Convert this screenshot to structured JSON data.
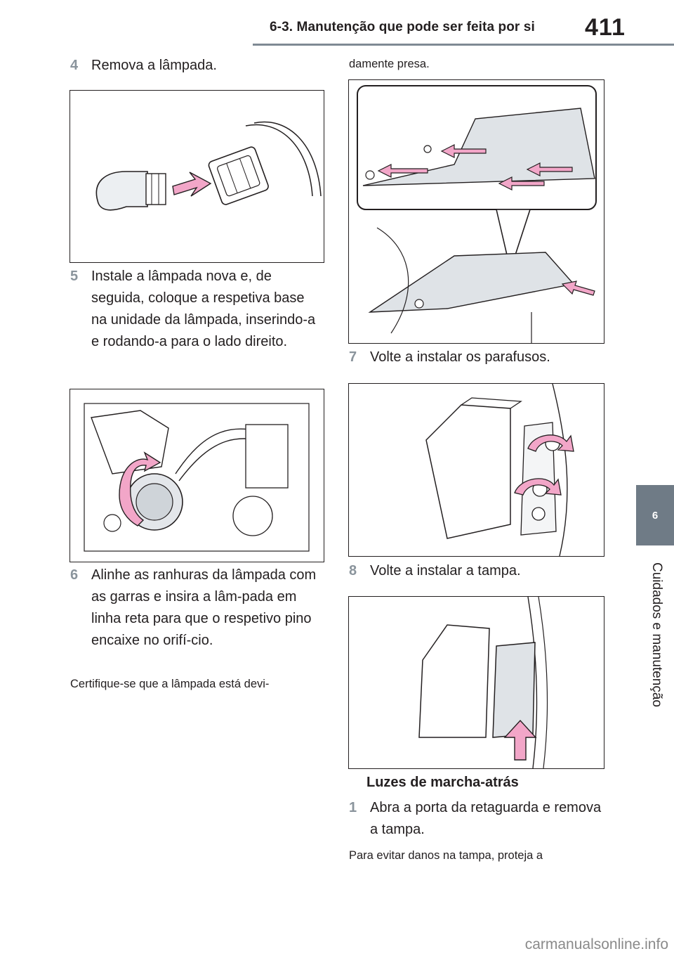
{
  "header": {
    "section_title": "6-3. Manutenção que pode ser feita por si",
    "page_number": "411"
  },
  "side_tab": {
    "chapter_number": "6",
    "chapter_title": "Cuidados e manutenção"
  },
  "left_column": {
    "step4": {
      "num": "4",
      "text": "Remova a lâmpada."
    },
    "step5": {
      "num": "5",
      "text": "Instale a lâmpada nova e, de seguida, coloque a respetiva base na unidade da lâmpada, inserindo-a e rodando-a para o lado direito."
    },
    "step6": {
      "num": "6",
      "text": "Alinhe as ranhuras da lâmpada com as garras e insira a lâm-pada em linha reta para que o respetivo pino encaixe no orifí-cio."
    },
    "note": "Certifique-se que a lâmpada está devi-"
  },
  "right_column": {
    "note_cont": "damente presa.",
    "step7": {
      "num": "7",
      "text": "Volte a instalar os parafusos."
    },
    "step8": {
      "num": "8",
      "text": "Volte a instalar a tampa."
    },
    "subheading": "Luzes de marcha-atrás",
    "step1": {
      "num": "1",
      "text": "Abra a porta da retaguarda e remova a tampa."
    },
    "note": "Para evitar danos na tampa, proteja a"
  },
  "watermark": "carmanualsonline.info",
  "colors": {
    "arrow_fill": "#f2a6c8",
    "tab_gray": "#6f7b86",
    "step_number_gray": "#8a949c"
  }
}
